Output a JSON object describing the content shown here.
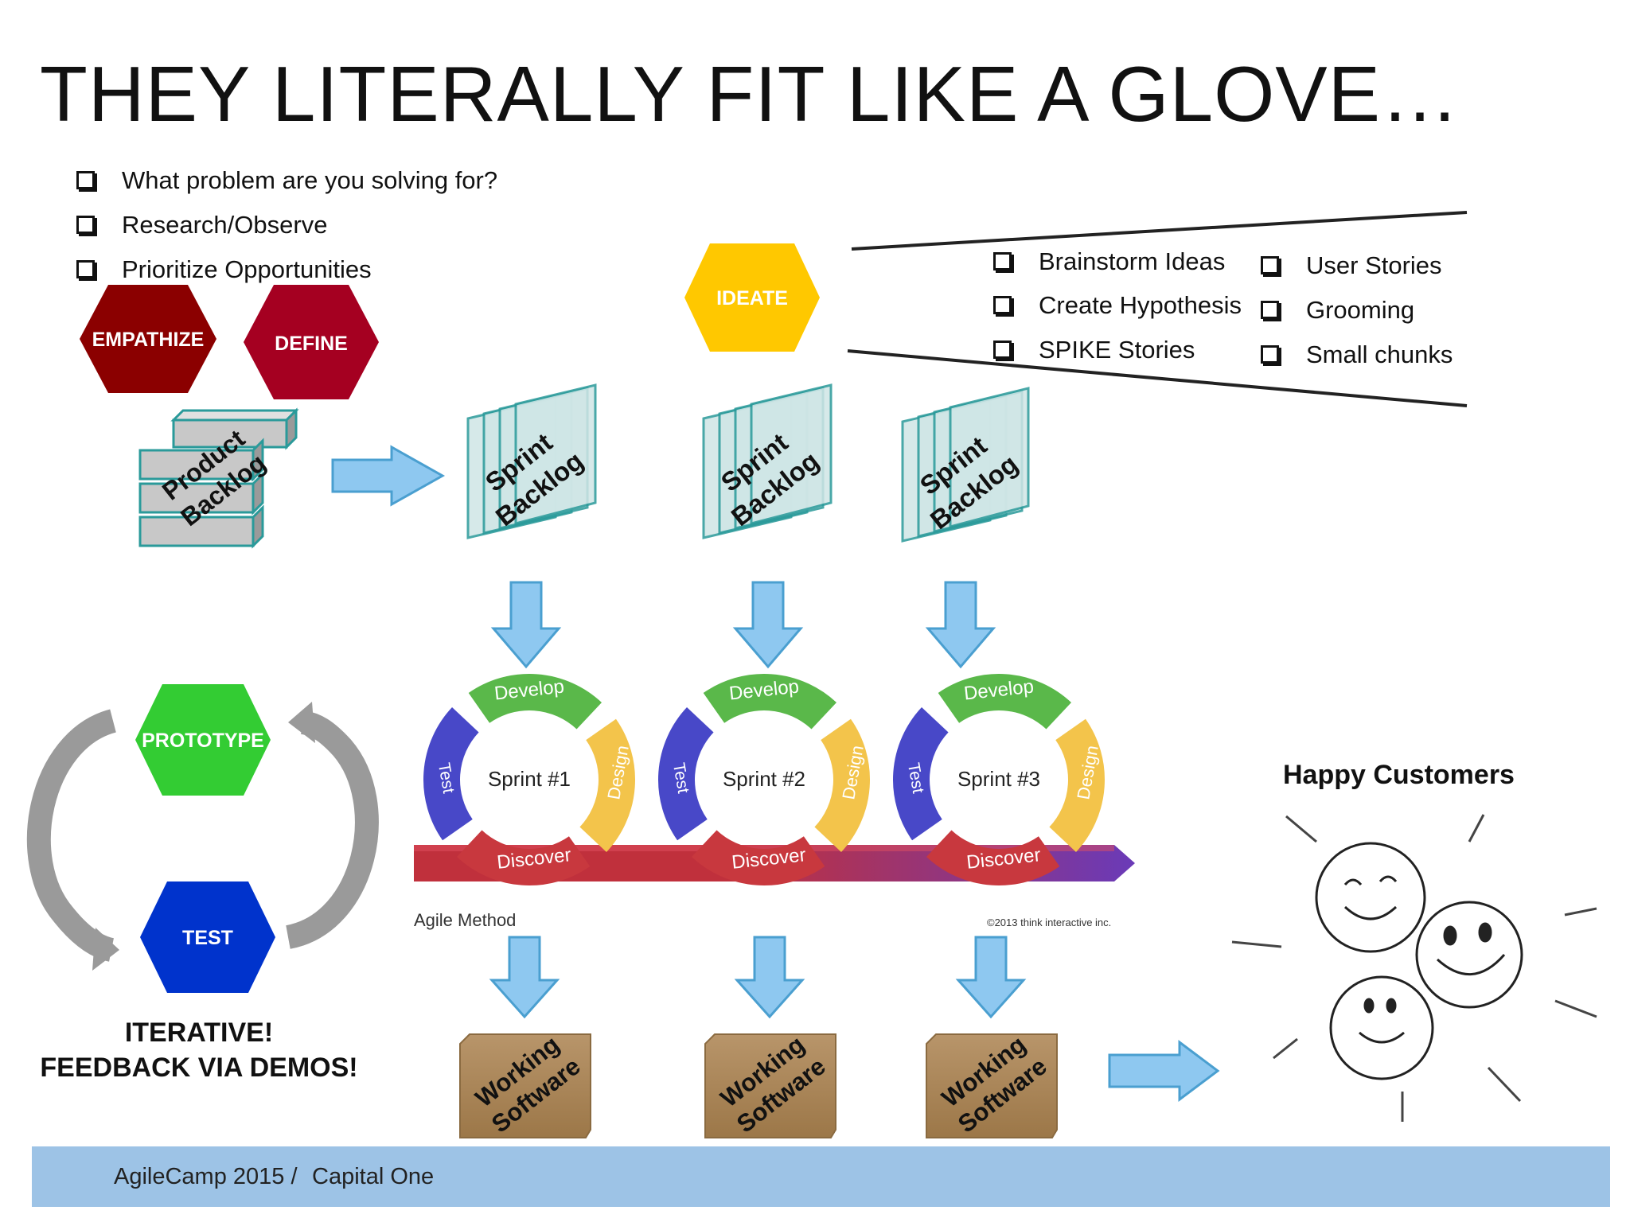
{
  "title": "THEY LITERALLY FIT LIKE A GLOVE…",
  "left_checklist": [
    "What problem are you solving for?",
    "Research/Observe",
    "Prioritize Opportunities"
  ],
  "ideate_checklist_a": [
    "Brainstorm Ideas",
    "Create Hypothesis",
    "SPIKE Stories"
  ],
  "ideate_checklist_b": [
    "User Stories",
    "Grooming",
    "Small chunks"
  ],
  "hexagons": {
    "empathize": {
      "label": "EMPATHIZE",
      "color": "#8b0000"
    },
    "define": {
      "label": "DEFINE",
      "color": "#a50021"
    },
    "ideate": {
      "label": "IDEATE",
      "color": "#ffc800"
    },
    "prototype": {
      "label": "PROTOTYPE",
      "color": "#33cc33"
    },
    "test": {
      "label": "TEST",
      "color": "#0033cc"
    }
  },
  "product_backlog": {
    "line1": "Product",
    "line2": "Backlog"
  },
  "sprint_backlog": {
    "line1": "Sprint",
    "line2": "Backlog"
  },
  "sprint_cycle": {
    "develop": "Develop",
    "design": "Design",
    "discover": "Discover",
    "test": "Test",
    "sprints": [
      "Sprint #1",
      "Sprint #2",
      "Sprint #3"
    ],
    "method_label": "Agile Method",
    "copyright": "©2013 think interactive inc."
  },
  "working_software": {
    "line1": "Working",
    "line2": "Software"
  },
  "iterative": {
    "line1": "ITERATIVE!",
    "line2": "FEEDBACK VIA DEMOS!"
  },
  "happy_customers": "Happy Customers",
  "footer": {
    "event": "AgileCamp 2015 /",
    "company": "Capital One"
  }
}
